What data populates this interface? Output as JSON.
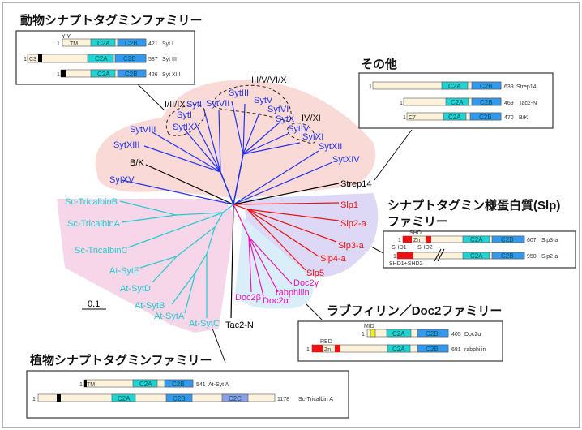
{
  "colors": {
    "syt": "#2233ee",
    "plant": "#22cccc",
    "slp": "#ee1111",
    "doc2": "#ee11bb",
    "other": "#000000",
    "c2a": "#22d3d3",
    "c2b": "#3399ee",
    "c2c": "#8aa0e8",
    "linker": "#fdf3dc"
  },
  "groups": {
    "animal": {
      "title": "動物シナプトタグミンファミリー",
      "rows": [
        {
          "start": "1",
          "end": "421",
          "name": "Syt I",
          "tm": "TM"
        },
        {
          "start": "1",
          "end": "587",
          "name": "Syt III",
          "c3": "C3"
        },
        {
          "start": "1",
          "end": "426",
          "name": "Syt XIII"
        }
      ]
    },
    "other": {
      "title": "その他",
      "rows": [
        {
          "start": "1",
          "end": "639",
          "name": "Strep14"
        },
        {
          "start": "1",
          "end": "469",
          "name": "Tac2-N"
        },
        {
          "start": "1",
          "end": "470",
          "name": "B/K",
          "c7": "C7"
        }
      ]
    },
    "slp": {
      "title1": "シナプトタグミン様蛋白質(Slp)",
      "title2": "ファミリー",
      "rows": [
        {
          "start": "1",
          "end": "607",
          "name": "Slp3-a",
          "shd": "SHD",
          "zn": "Zn",
          "shd1": "SHD1",
          "shd2": "SHD2"
        },
        {
          "start": "1",
          "end": "950",
          "name": "Slp2-a",
          "shd12": "SHD1+SHD2"
        }
      ]
    },
    "doc2": {
      "title": "ラブフィリン／Doc2ファミリー",
      "rows": [
        {
          "start": "1",
          "end": "405",
          "name": "Doc2α",
          "mid": "MID"
        },
        {
          "start": "1",
          "end": "681",
          "name": "rabphilin",
          "rbd": "RBD",
          "zn": "Zn"
        }
      ]
    },
    "plant": {
      "title": "植物シナプトタグミンファミリー",
      "rows": [
        {
          "start": "1",
          "end": "541",
          "name": "At-Syt A",
          "tm": "TM"
        },
        {
          "start": "1",
          "end": "1178",
          "name": "Sc-Tricalbin A"
        }
      ]
    }
  },
  "domains": {
    "c2a": "C2A",
    "c2b": "C2B",
    "c2c": "C2C"
  },
  "tree": {
    "syt_labels": [
      "SytVIII",
      "SytXIII",
      "SytI",
      "SytIX",
      "SytII",
      "SytVII",
      "SytIII",
      "SytV",
      "SytVI",
      "SytX",
      "SytIV",
      "SytXI",
      "SytXII",
      "SytXIV",
      "SytXV"
    ],
    "subgroups": [
      "I/II/IX",
      "III/V/VI/X",
      "IV/XI"
    ],
    "other_labels": [
      "B/K",
      "Strep14",
      "Tac2-N"
    ],
    "plant_labels": [
      "Sc-TricalbinB",
      "Sc-TricalbinA",
      "Sc-TricalbinC",
      "At-SytE",
      "At-SytD",
      "At-SytB",
      "At-SytA",
      "At-SytC"
    ],
    "slp_labels": [
      "Slp1",
      "Slp2-a",
      "Slp3-a",
      "Slp4-a",
      "Slp5"
    ],
    "doc2_labels": [
      "Doc2γ",
      "rabphilin",
      "Doc2β",
      "Doc2α"
    ],
    "scale": "0.1"
  }
}
